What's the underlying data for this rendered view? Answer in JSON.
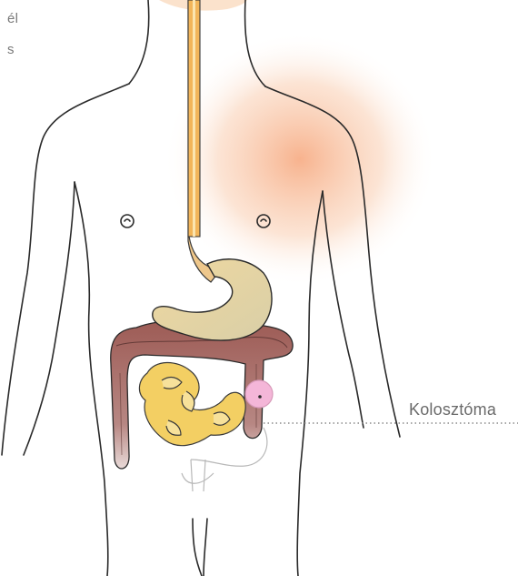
{
  "labels": {
    "top_line_1": "él",
    "top_line_2": "s",
    "stoma": "Kolosztóma"
  },
  "colors": {
    "outline": "#2a2a2a",
    "shoulder_glow": "#f6a57a",
    "esophagus": "#f2b55a",
    "stomach": "#e0cf90",
    "small_intestine": "#f3cf63",
    "colon": "#9a5a55",
    "stoma": "#f0a9cf",
    "leader_line": "#8a8a8a"
  }
}
